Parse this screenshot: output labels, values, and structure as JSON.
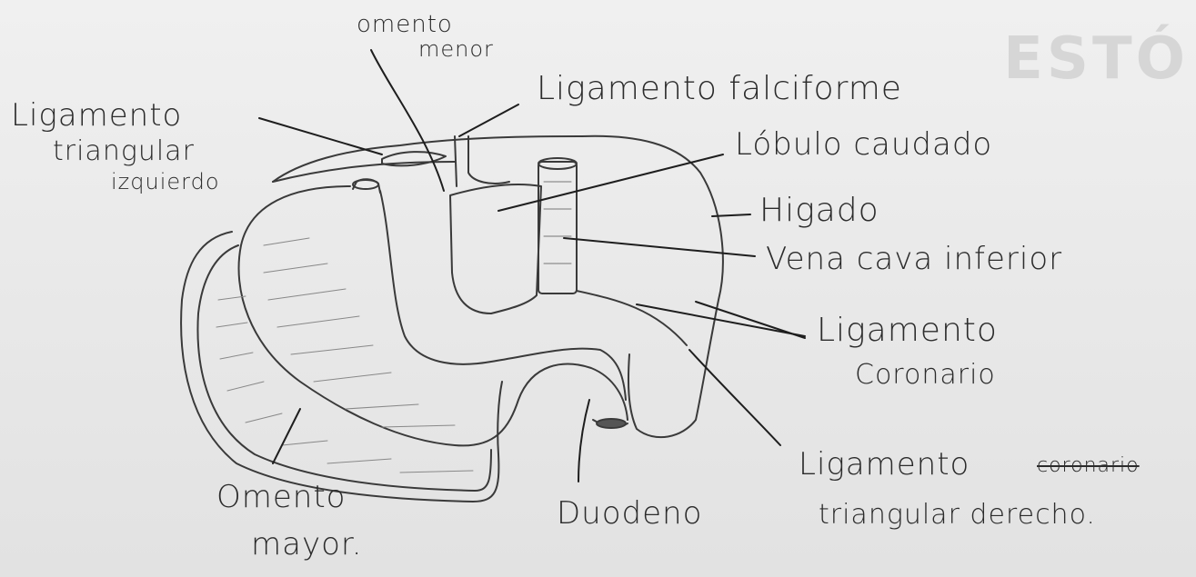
{
  "watermark": "ESTÓ",
  "labels": {
    "omento_menor": [
      "omento",
      "menor"
    ],
    "lig_falciforme": "Ligamento falciforme",
    "lig_triangular_izq": [
      "Ligamento",
      "triangular",
      "izquierdo"
    ],
    "lobulo_caudado": "Lóbulo caudado",
    "higado": "Higado",
    "vena_cava": "Vena cava inferior",
    "lig_coronario": [
      "Ligamento",
      "Coronario"
    ],
    "lig_triangular_der": [
      "Ligamento",
      "coronario",
      "triangular derecho."
    ],
    "omento_mayor": [
      "Omento",
      "mayor."
    ],
    "duodeno": "Duodeno"
  }
}
